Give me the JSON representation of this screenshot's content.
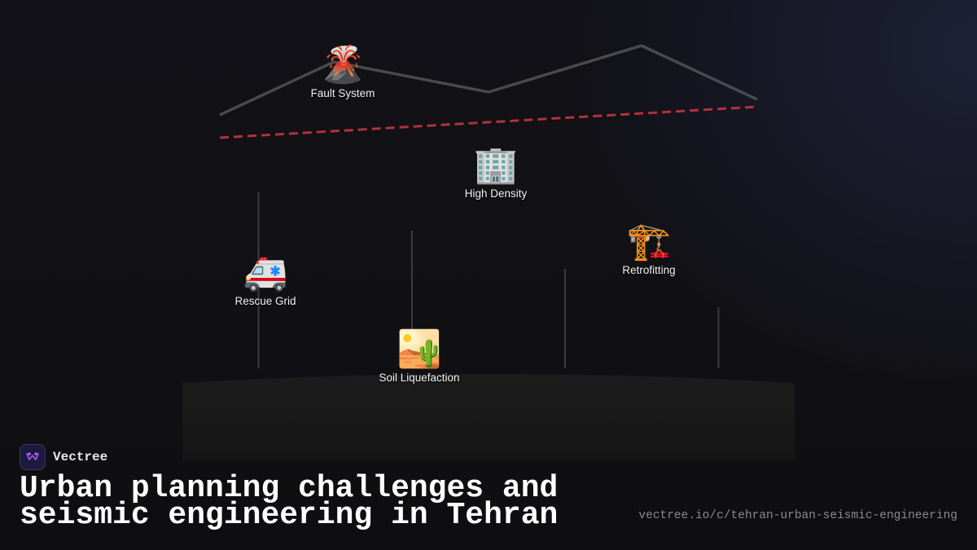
{
  "scene": {
    "nodes": [
      {
        "id": "fault-system",
        "icon": "volcano-icon",
        "glyph": "🌋",
        "label": "Fault System"
      },
      {
        "id": "high-density",
        "icon": "office-building-icon",
        "glyph": "🏢",
        "label": "High Density"
      },
      {
        "id": "retrofitting",
        "icon": "construction-crane-icon",
        "glyph": "🏗️",
        "label": "Retrofitting"
      },
      {
        "id": "rescue-grid",
        "icon": "ambulance-icon",
        "glyph": "🚑",
        "label": "Rescue Grid"
      },
      {
        "id": "soil-liquefaction",
        "icon": "desert-icon",
        "glyph": "🏜️",
        "label": "Soil Liquefaction"
      }
    ],
    "colors": {
      "ridge_line": "#4a4a4a",
      "fault_line": "#b2323a",
      "pillar": "#3c3c3c",
      "ground": "#1c1c1c"
    }
  },
  "brand": {
    "name": "Vectree",
    "logo_icon": "vectree-logo-icon",
    "accent": "#a64dff"
  },
  "headline": {
    "line1": "Urban planning challenges and",
    "line2": "seismic engineering in Tehran"
  },
  "url": "vectree.io/c/tehran-urban-seismic-engineering"
}
